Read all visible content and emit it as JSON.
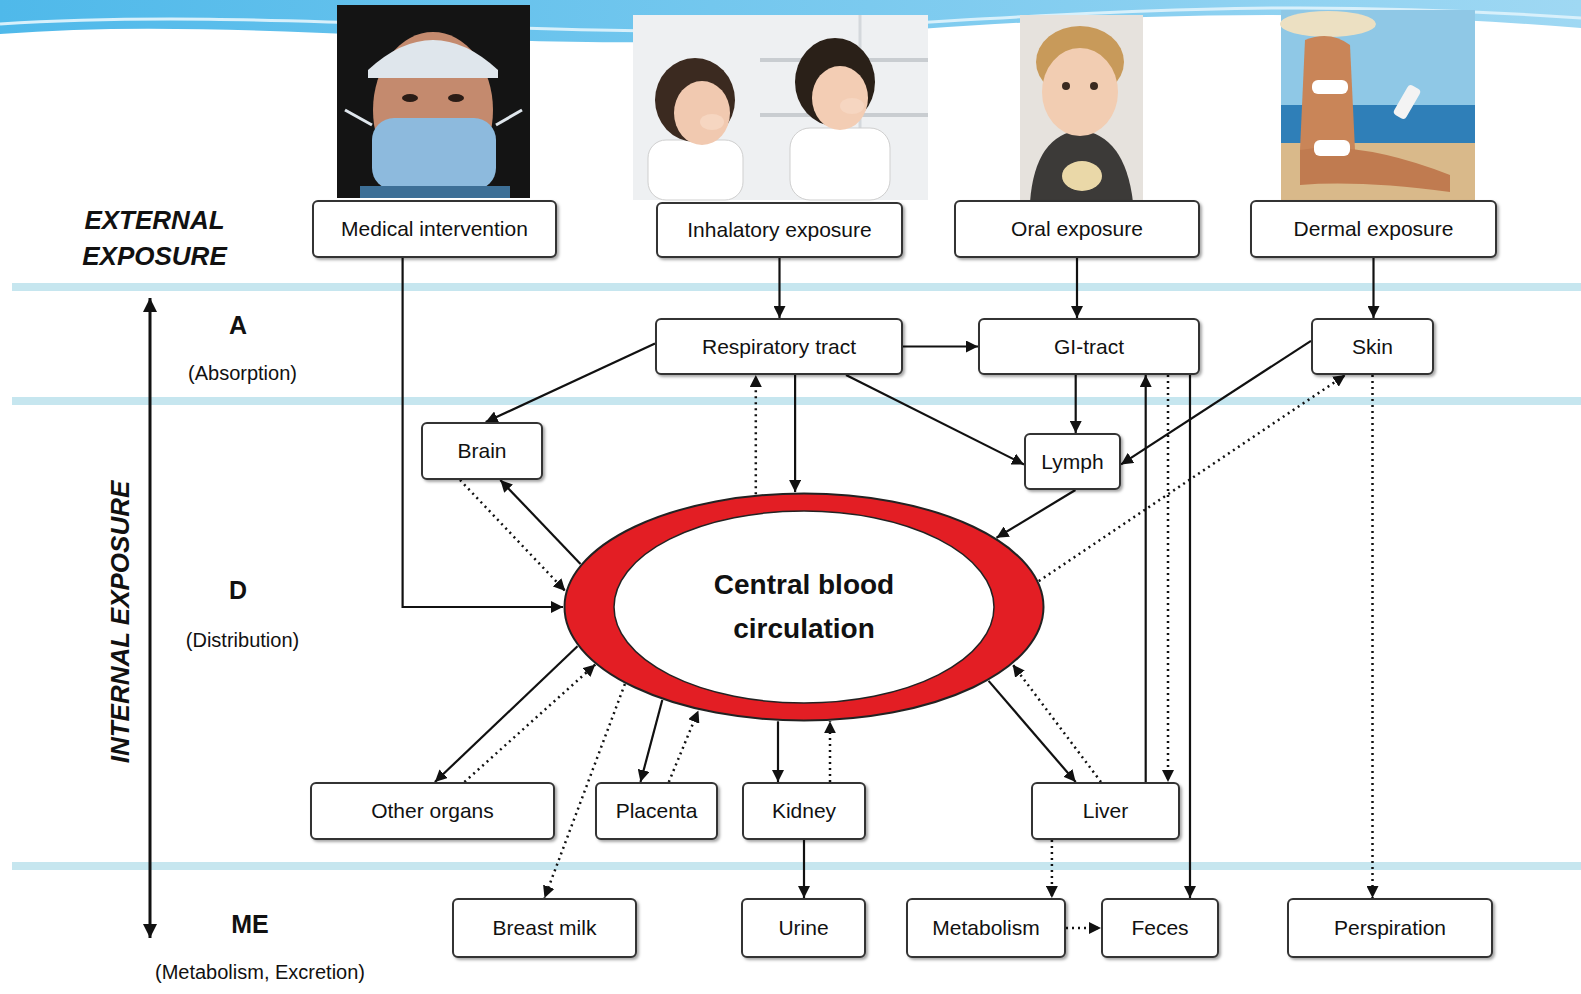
{
  "diagram": {
    "nodes": [
      {
        "text": [
          "Medical intervention"
        ]
      },
      {
        "text": [
          "Inhalatory exposure"
        ]
      },
      {
        "text": [
          "Oral exposure"
        ]
      },
      {
        "text": [
          "Dermal exposure"
        ]
      },
      {
        "text": [
          "Respiratory tract"
        ]
      },
      {
        "text": [
          "GI-tract"
        ]
      },
      {
        "text": [
          "Skin"
        ]
      },
      {
        "text": [
          "Brain"
        ]
      },
      {
        "text": [
          "Lymph"
        ]
      },
      {
        "text": [
          "Central blood circulation"
        ]
      },
      {
        "text": [
          "Other organs"
        ]
      },
      {
        "text": [
          "Placenta"
        ]
      },
      {
        "text": [
          "Kidney"
        ]
      },
      {
        "text": [
          "Liver"
        ]
      },
      {
        "text": [
          "Breast milk"
        ]
      },
      {
        "text": [
          "Urine"
        ]
      },
      {
        "text": [
          "Metabolism"
        ]
      },
      {
        "text": [
          "Feces"
        ]
      },
      {
        "text": [
          "Perspiration"
        ]
      }
    ],
    "edges": [
      {
        "from": 0,
        "to": 9,
        "arrow": "to"
      },
      {
        "from": 1,
        "to": 4,
        "arrow": "to"
      },
      {
        "from": 2,
        "to": 5,
        "arrow": "to"
      },
      {
        "from": 3,
        "to": 6,
        "arrow": "to"
      },
      {
        "from": 4,
        "to": 5,
        "arrow": "to"
      },
      {
        "from": 4,
        "to": 7,
        "arrow": "to"
      },
      {
        "from": 4,
        "to": 8,
        "arrow": "to"
      },
      {
        "from": 4,
        "to": 9,
        "arrow": "to"
      },
      {
        "from": 9,
        "to": 4,
        "arrow": "to"
      },
      {
        "from": 5,
        "to": 8,
        "arrow": "to"
      },
      {
        "from": 6,
        "to": 8,
        "arrow": "to"
      },
      {
        "from": 9,
        "to": 6,
        "arrow": "to"
      },
      {
        "from": 8,
        "to": 9,
        "arrow": "to"
      },
      {
        "from": 9,
        "to": 7,
        "arrow": "to"
      },
      {
        "from": 7,
        "to": 9,
        "arrow": "to"
      },
      {
        "from": 9,
        "to": 10,
        "arrow": "to"
      },
      {
        "from": 10,
        "to": 9,
        "arrow": "to"
      },
      {
        "from": 9,
        "to": 11,
        "arrow": "to"
      },
      {
        "from": 11,
        "to": 9,
        "arrow": "to"
      },
      {
        "from": 9,
        "to": 12,
        "arrow": "to"
      },
      {
        "from": 12,
        "to": 9,
        "arrow": "to"
      },
      {
        "from": 9,
        "to": 13,
        "arrow": "to"
      },
      {
        "from": 13,
        "to": 9,
        "arrow": "to"
      },
      {
        "from": 9,
        "to": 14,
        "arrow": "to"
      },
      {
        "from": 12,
        "to": 15,
        "arrow": "to"
      },
      {
        "from": 13,
        "to": 5,
        "arrow": "to"
      },
      {
        "from": 5,
        "to": 13,
        "arrow": "to"
      },
      {
        "from": 5,
        "to": 17,
        "arrow": "to"
      },
      {
        "from": 13,
        "to": 16,
        "arrow": "to"
      },
      {
        "from": 16,
        "to": 17,
        "arrow": "to"
      },
      {
        "from": 6,
        "to": 18,
        "arrow": "to"
      }
    ],
    "labels": [
      "EXTERNAL EXPOSURE",
      "A",
      "(Absorption)",
      "D",
      "(Distribution)",
      "ME",
      "(Metabolism, Excretion)",
      "INTERNAL EXPOSURE"
    ]
  }
}
